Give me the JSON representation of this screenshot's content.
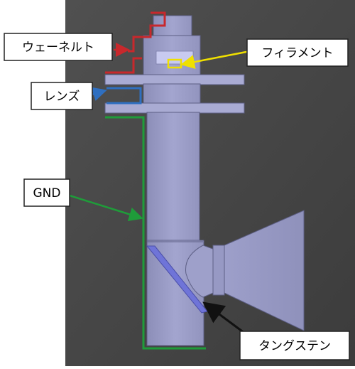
{
  "labels": {
    "wehnelt": "ウェーネルト",
    "filament": "フィラメント",
    "lens": "レンズ",
    "gnd": "GND",
    "tungsten": "タングステン"
  },
  "colors": {
    "background_dark": "#474747",
    "body_fill": "#9a9cc6",
    "body_stroke": "#5d5f85",
    "wehnelt": "#c8282c",
    "filament": "#f0e000",
    "lens": "#2f6fc0",
    "gnd": "#1f9c3a",
    "tungsten_arrow": "#111111",
    "tungsten_plate": "#6f74d8"
  },
  "icons": {
    "filament_marker": "yellow-rectangle",
    "arrows": "callout-arrow"
  }
}
